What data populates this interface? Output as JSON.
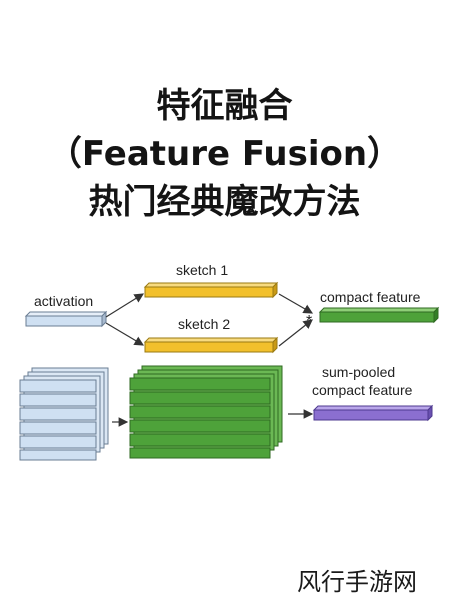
{
  "title": {
    "line1": "特征融合",
    "line2": "（Feature Fusion）",
    "line3": "热门经典魔改方法"
  },
  "diagram": {
    "activation_label": "activation",
    "sketch1_label": "sketch 1",
    "sketch2_label": "sketch 2",
    "compact_label": "compact feature",
    "operator_symbol": "*",
    "sumpooled_label_line1": "sum-pooled",
    "sumpooled_label_line2": "compact feature",
    "colors": {
      "activation": "#cfe0f2",
      "sketch": "#f2c02c",
      "compact": "#4ea23a",
      "sumpooled": "#8b6fd0"
    }
  },
  "watermark": "风行手游网"
}
